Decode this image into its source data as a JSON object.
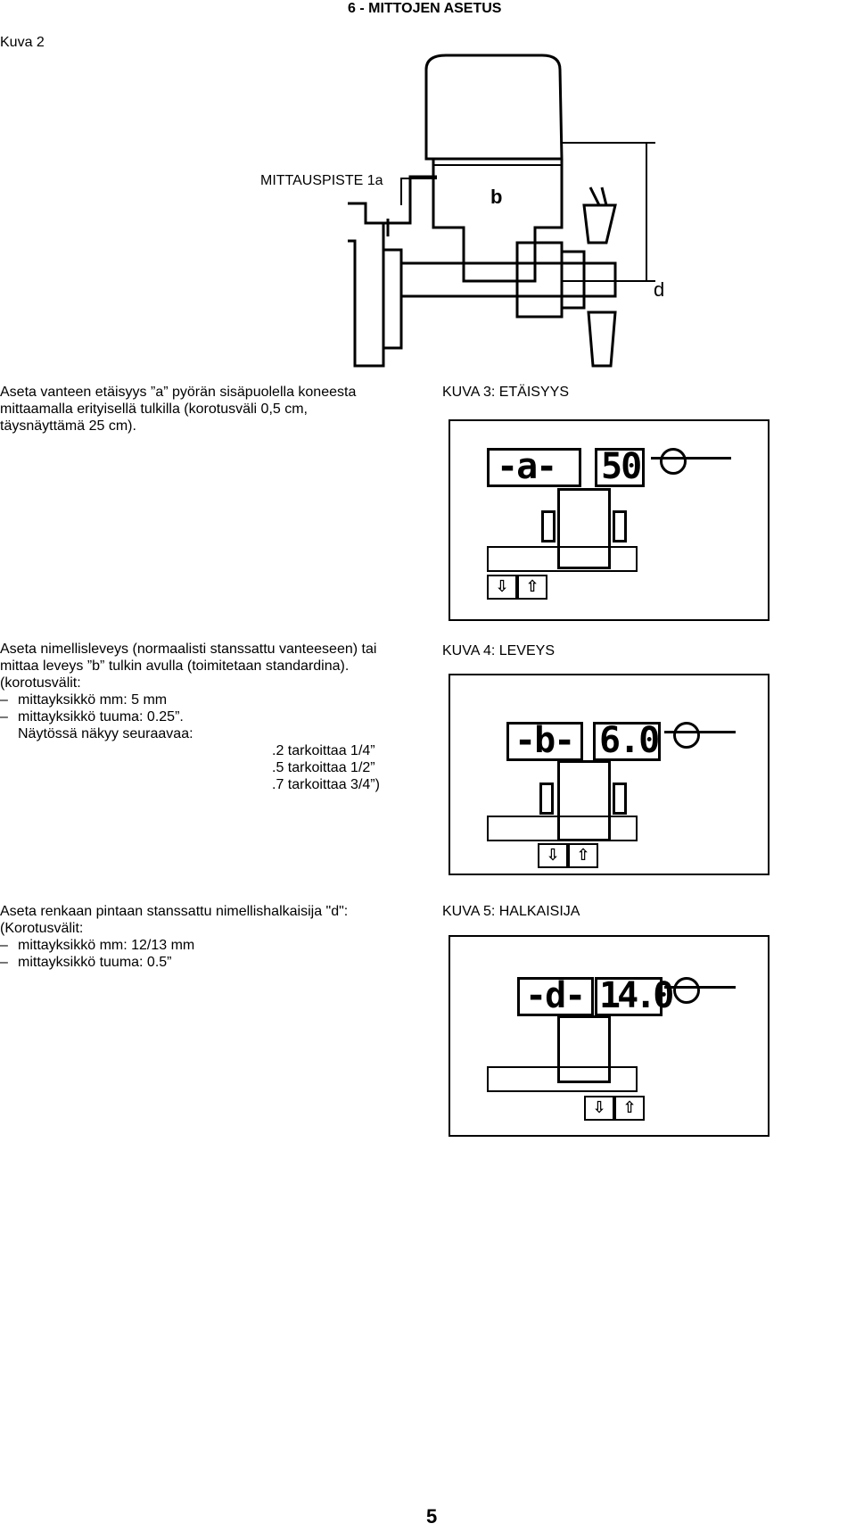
{
  "header": {
    "section_title": "6 - MITTOJEN ASETUS",
    "figure2_label": "Kuva 2"
  },
  "figure2": {
    "callout": "MITTAUSPISTE 1a",
    "dim_b": "b",
    "dim_d": "d"
  },
  "section_a": {
    "lines": [
      "Aseta vanteen etäisyys ”a” pyörän sisäpuolella koneesta",
      "mittaamalla erityisellä tulkilla (korotusväli 0,5 cm,",
      "täysnäyttämä 25 cm)."
    ],
    "figure_title": "KUVA 3: ETÄISYYS",
    "display": {
      "label": "-a-",
      "value": "50"
    }
  },
  "section_b": {
    "lines": [
      "Aseta nimellisleveys (normaalisti stanssattu vanteeseen) tai",
      "mittaa leveys ”b” tulkin avulla (toimitetaan standardina).",
      "(korotusvälit:"
    ],
    "bullets": [
      "mittayksikkö mm: 5 mm",
      "mittayksikkö tuuma: 0.25”."
    ],
    "shown_label": "Näytössä näkyy seuraavaa:",
    "meanings": [
      ".2 tarkoittaa 1/4”",
      ".5 tarkoittaa 1/2”",
      ".7 tarkoittaa 3/4”)"
    ],
    "figure_title": "KUVA 4: LEVEYS",
    "display": {
      "label": "-b-",
      "value": "6.0"
    }
  },
  "section_d": {
    "lines": [
      "Aseta renkaan pintaan stanssattu nimellishalkaisija \"d\":",
      "(Korotusvälit:"
    ],
    "bullets": [
      "mittayksikkö mm: 12/13 mm",
      "mittayksikkö tuuma: 0.5”"
    ],
    "figure_title": "KUVA 5: HALKAISIJA",
    "display": {
      "label": "-d-",
      "value": "14.0"
    }
  },
  "footer": {
    "page_number": "5"
  }
}
